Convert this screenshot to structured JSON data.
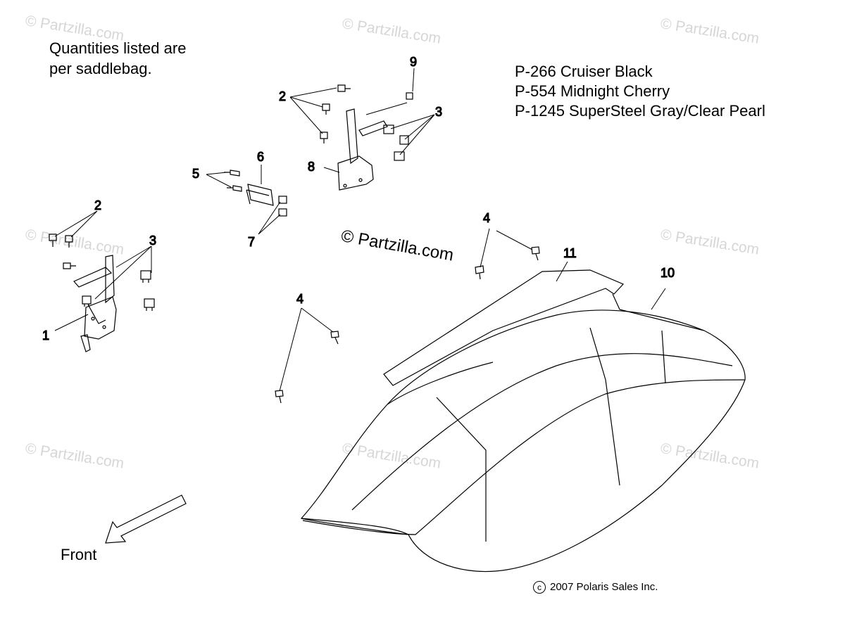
{
  "note": {
    "line1": "Quantities listed are",
    "line2": "per saddlebag."
  },
  "color_options": [
    "P-266  Cruiser Black",
    "P-554  Midnight Cherry",
    "P-1245 SuperSteel Gray/Clear Pearl"
  ],
  "front_label": "Front",
  "copyright": {
    "symbol": "c",
    "text": "2007 Polaris Sales Inc."
  },
  "watermark_text": "© Partzilla.com",
  "callouts": [
    "1",
    "2",
    "2",
    "3",
    "3",
    "4",
    "4",
    "5",
    "6",
    "7",
    "8",
    "9",
    "10",
    "11"
  ]
}
